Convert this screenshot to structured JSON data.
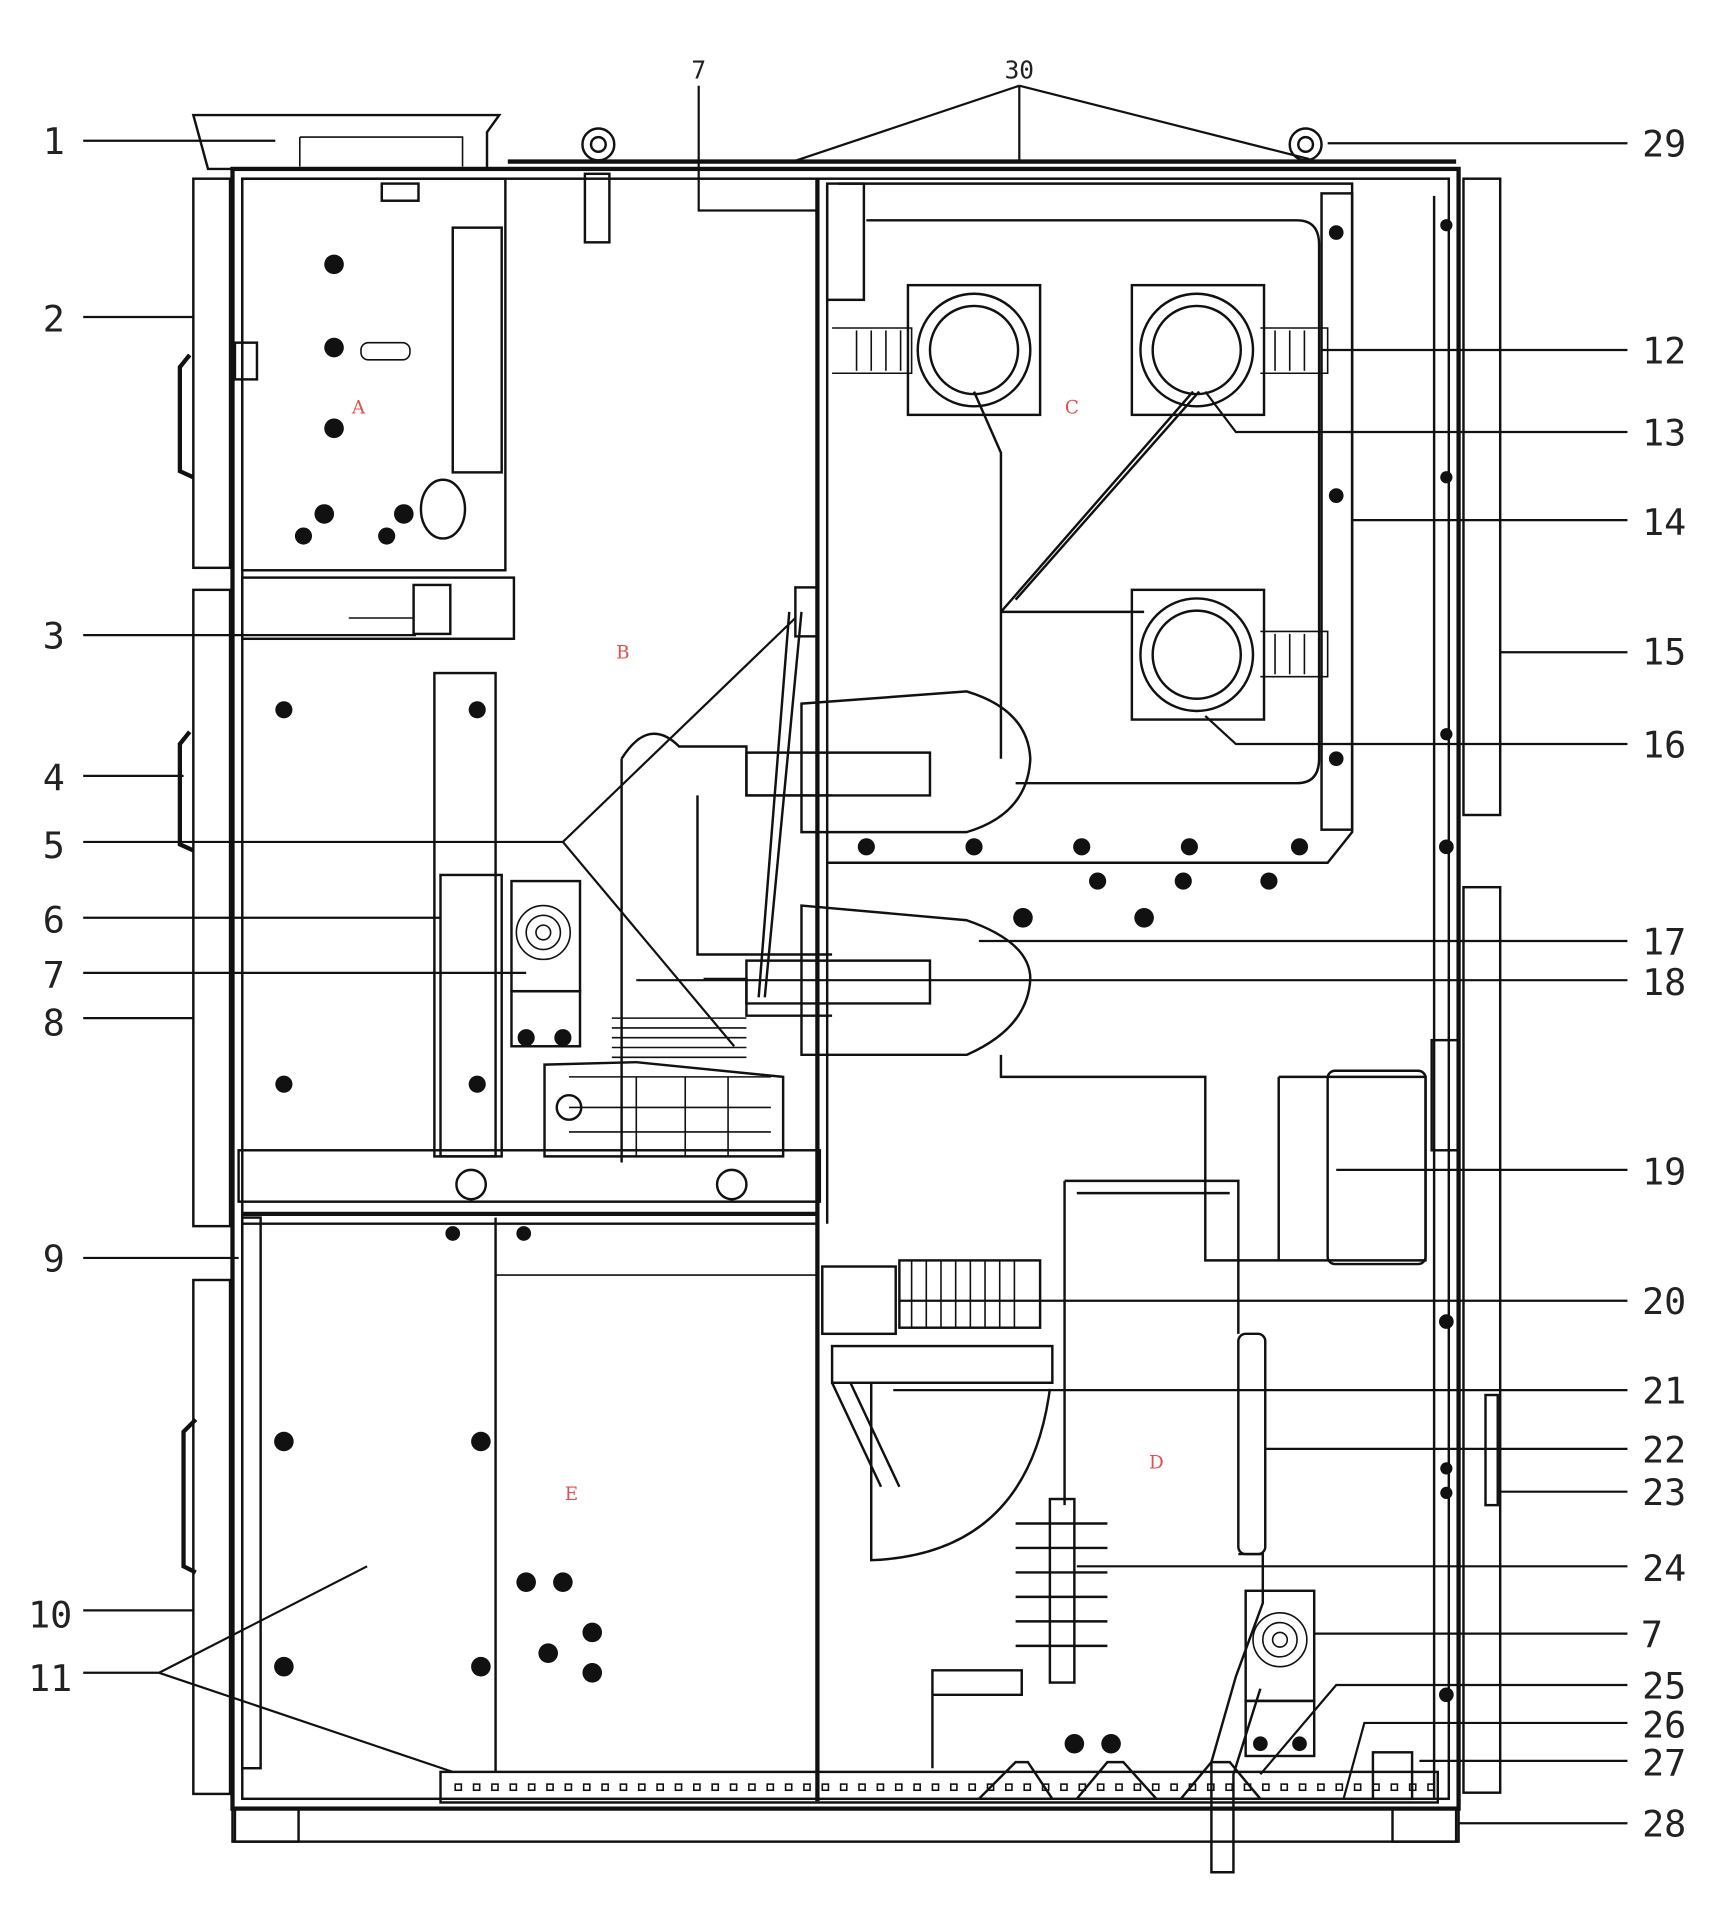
{
  "diagram": {
    "top_callouts": [
      "7",
      "30"
    ],
    "left_callouts": [
      "1",
      "2",
      "3",
      "4",
      "5",
      "6",
      "7",
      "8",
      "9",
      "10",
      "11"
    ],
    "right_callouts": [
      "29",
      "12",
      "13",
      "14",
      "15",
      "16",
      "17",
      "18",
      "19",
      "20",
      "21",
      "22",
      "23",
      "24",
      "7",
      "25",
      "26",
      "27",
      "28"
    ],
    "compartments": [
      "A",
      "B",
      "C",
      "D",
      "E"
    ],
    "colors": {
      "line": "#111111",
      "compartment_letter": "#e05050"
    }
  }
}
